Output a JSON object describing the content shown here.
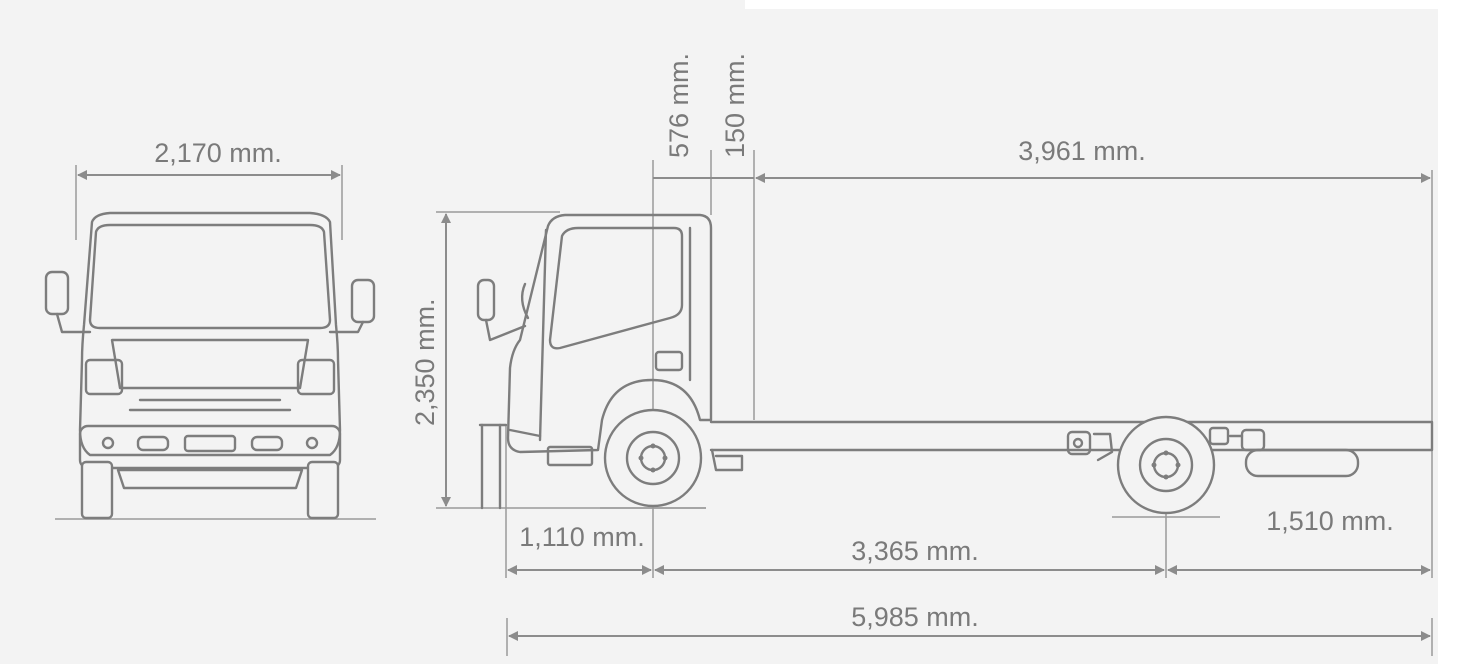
{
  "dimensions": {
    "front_width": "2,170 mm.",
    "cab_back_gap": "576 mm.",
    "cab_body_gap": "150 mm.",
    "body_length": "3,961 mm.",
    "overall_height": "2,350 mm.",
    "front_overhang": "1,110 mm.",
    "wheelbase": "3,365 mm.",
    "rear_overhang": "1,510 mm.",
    "overall_length": "5,985 mm."
  },
  "colors": {
    "background": "#f3f3f3",
    "line": "#7d7d7d",
    "text": "#7a7a7a"
  }
}
